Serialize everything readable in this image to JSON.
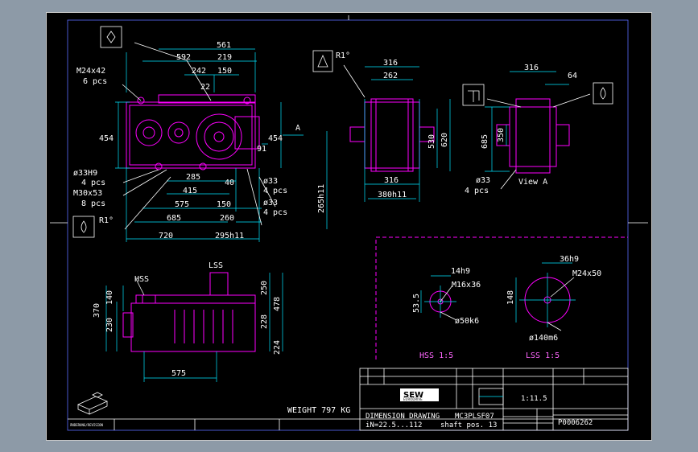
{
  "front_view": {
    "dims_top": [
      "561",
      "592",
      "219",
      "242",
      "150",
      "22"
    ],
    "dims_left": [
      "M24x42",
      "6 pcs",
      "454"
    ],
    "dims_right": [
      "91",
      "454",
      "A"
    ],
    "dims_bottom": [
      "ø33H9",
      "4 pcs",
      "M30x53",
      "8 pcs",
      "285",
      "415",
      "575",
      "150",
      "685",
      "260",
      "720",
      "295h11",
      "40"
    ],
    "dims_right_holes": [
      "ø33",
      "4 pcs",
      "ø33",
      "4 pcs"
    ],
    "note_r1": "R1°"
  },
  "side_view": {
    "note_r1": "R1°",
    "dims": [
      "316",
      "262",
      "530",
      "620",
      "265h11",
      "316",
      "380h11"
    ]
  },
  "view_a": {
    "dims": [
      "316",
      "64",
      "685",
      "350",
      "ø33",
      "4 pcs"
    ],
    "label": "View A"
  },
  "bottom_view": {
    "hss": "HSS",
    "lss": "LSS",
    "dims": [
      "370",
      "230",
      "140",
      "250",
      "478",
      "228",
      "224",
      "575"
    ]
  },
  "hss_detail": {
    "dims": [
      "14h9",
      "M16x36",
      "53.5",
      "ø50k6"
    ],
    "label": "HSS 1:5"
  },
  "lss_detail": {
    "dims": [
      "36h9",
      "M24x50",
      "148",
      "ø140m6"
    ],
    "label": "LSS 1:5"
  },
  "weight": "WEIGHT 797 KG",
  "title_block": {
    "logo": "SEW",
    "logo_sub": "EURODRIVE",
    "title": "DIMENSION DRAWING",
    "model": "MC3PLSF07",
    "ratio": "iN=22.5...112",
    "shaft": "shaft pos. 13",
    "scale": "1:11.5",
    "drawing_no": "P0006262",
    "revision_label": "ÄNDERUNG/REVISION"
  },
  "colors": {
    "background": "#000000",
    "frame": "#ffffff",
    "part": "#ff00ff",
    "dimension": "#00e5ff"
  }
}
